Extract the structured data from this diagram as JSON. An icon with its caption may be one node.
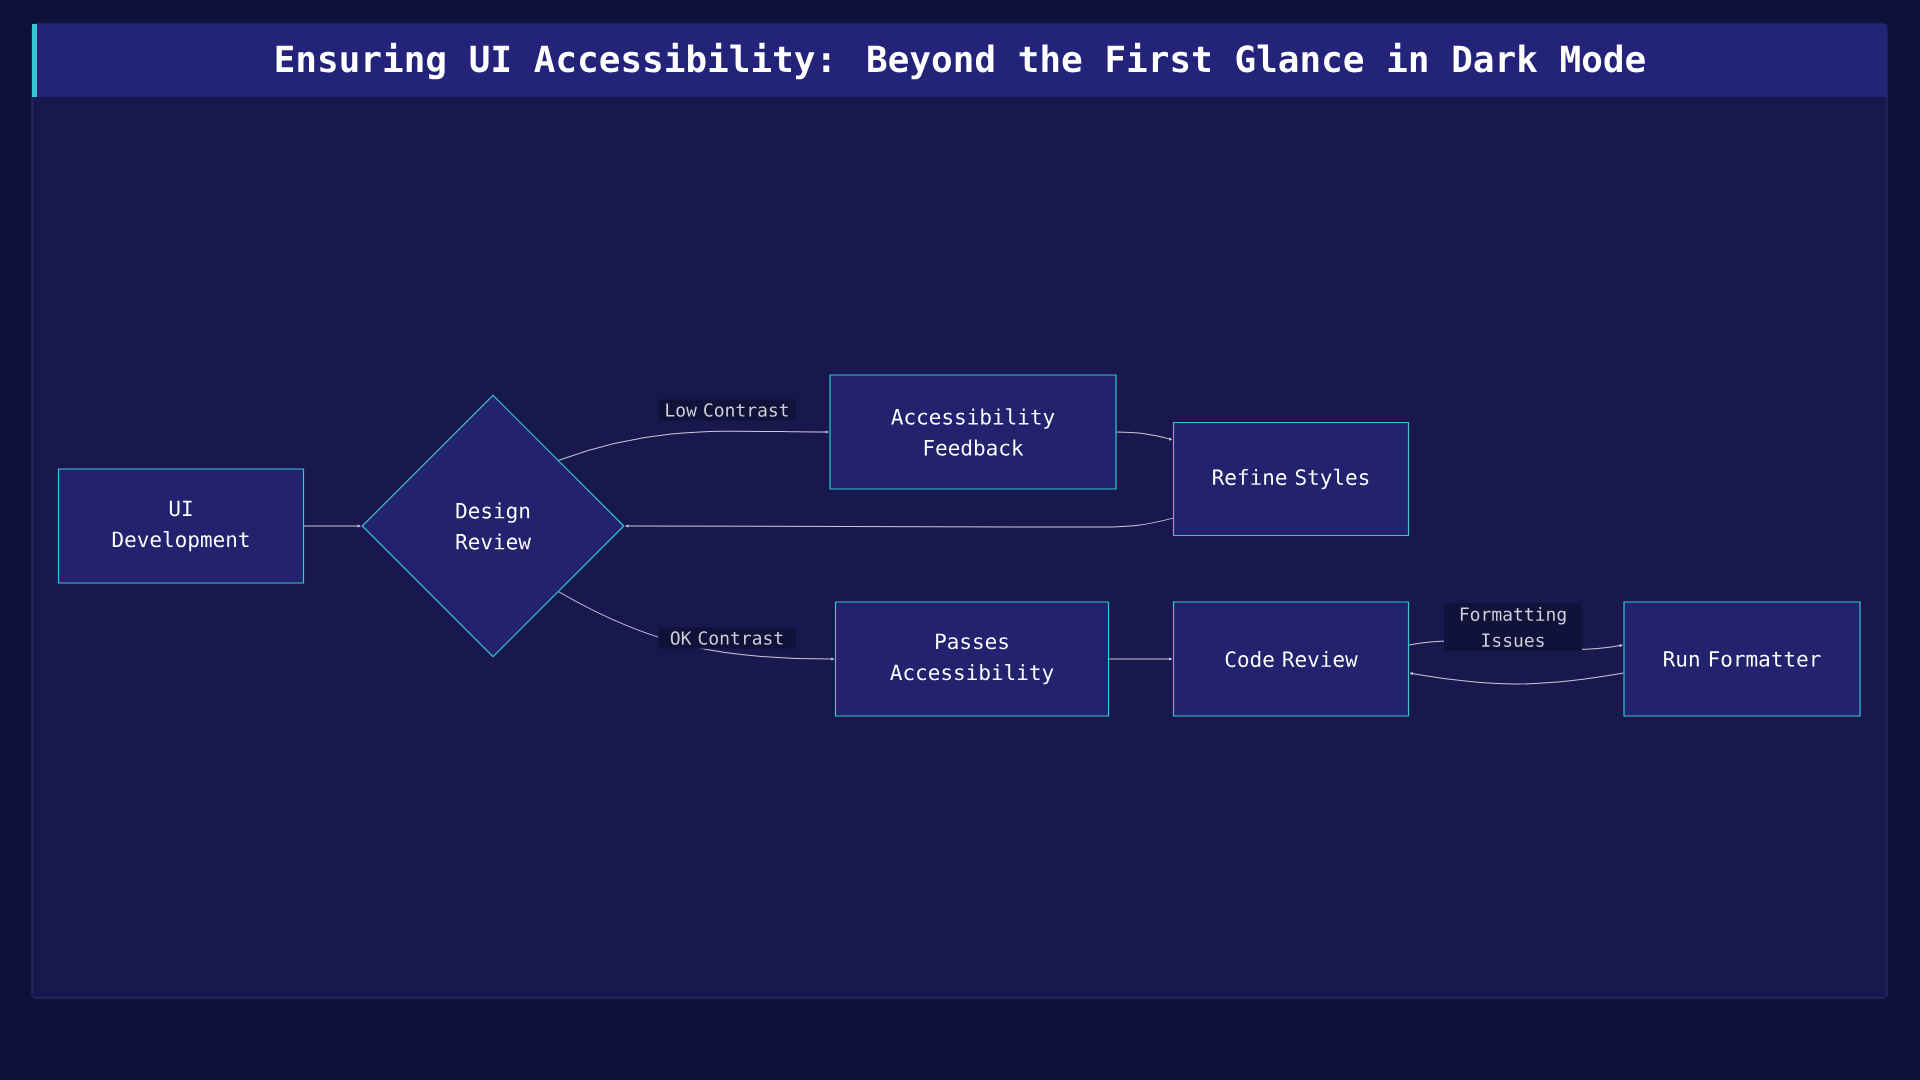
{
  "diagram": {
    "title": "Ensuring UI Accessibility: Beyond the First Glance in Dark Mode",
    "nodes": [
      {
        "text": [
          "UI Development"
        ]
      },
      {
        "text": [
          "Design Review"
        ]
      },
      {
        "text": [
          "Accessibility Feedback"
        ]
      },
      {
        "text": [
          "Refine Styles"
        ]
      },
      {
        "text": [
          "Passes Accessibility"
        ]
      },
      {
        "text": [
          "Code Review"
        ]
      },
      {
        "text": [
          "Run Formatter"
        ]
      }
    ],
    "edges": [
      {
        "from": 0,
        "to": 1,
        "arrow": "to"
      },
      {
        "from": 1,
        "to": 2,
        "arrow": "to",
        "label": "Low Contrast"
      },
      {
        "from": 2,
        "to": 3,
        "arrow": "to"
      },
      {
        "from": 3,
        "to": 1,
        "arrow": "to"
      },
      {
        "from": 1,
        "to": 4,
        "arrow": "to",
        "label": "OK Contrast"
      },
      {
        "from": 4,
        "to": 5,
        "arrow": "to"
      },
      {
        "from": 5,
        "to": 6,
        "arrow": "to",
        "label": "Formatting Issues"
      },
      {
        "from": 6,
        "to": 5,
        "arrow": "to"
      }
    ]
  }
}
